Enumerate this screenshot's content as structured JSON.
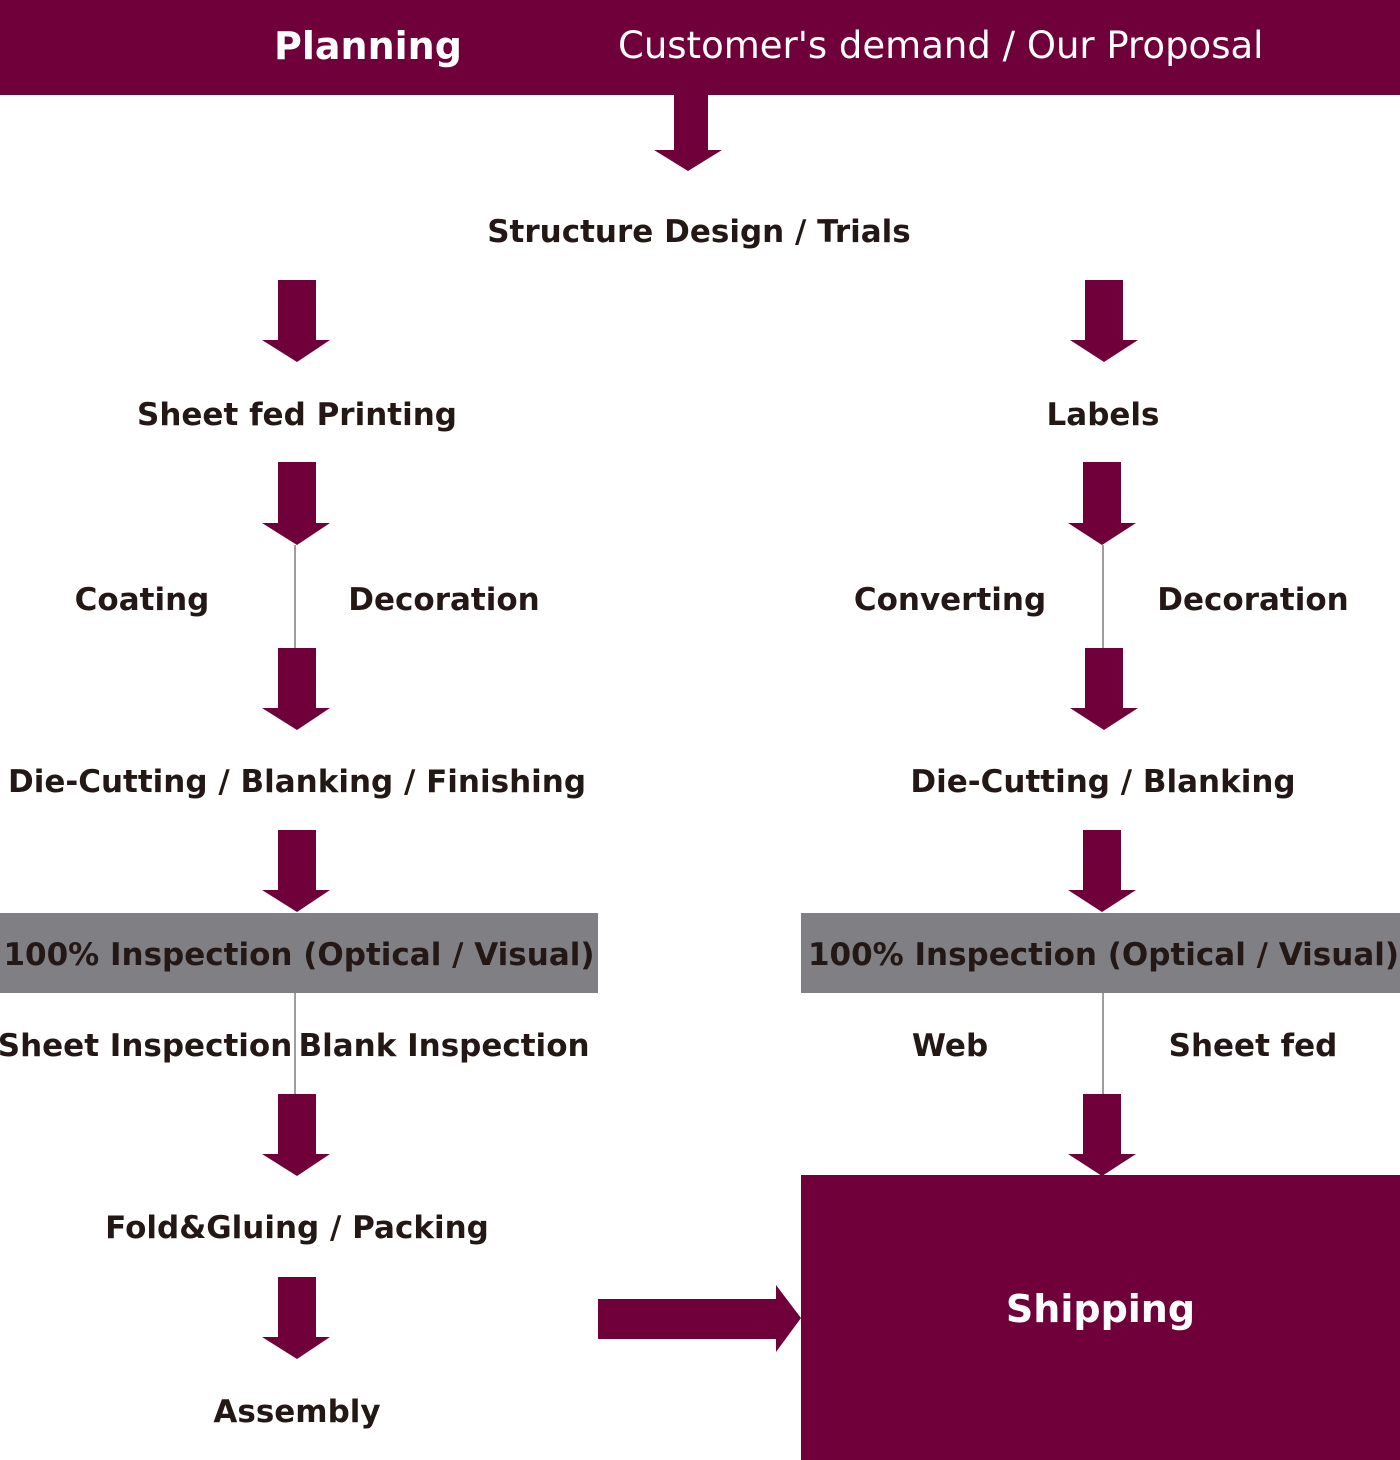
{
  "header": {
    "title": "Planning",
    "subtitle": "Customer's demand / Our Proposal"
  },
  "structure_design": "Structure Design / Trials",
  "left_branch": {
    "title": "Sheet fed Printing",
    "option_a": "Coating",
    "option_b": "Decoration",
    "die_cutting": "Die-Cutting / Blanking / Finishing",
    "inspection": "100% Inspection (Optical / Visual)",
    "inspection_a": "Sheet Inspection",
    "inspection_b": "Blank Inspection",
    "fold_gluing": "Fold&Gluing / Packing",
    "assembly": "Assembly"
  },
  "right_branch": {
    "title": "Labels",
    "option_a": "Converting",
    "option_b": "Decoration",
    "die_cutting": "Die-Cutting / Blanking",
    "inspection": "100% Inspection (Optical / Visual)",
    "inspection_a": "Web",
    "inspection_b": "Sheet fed"
  },
  "shipping": "Shipping",
  "colors": {
    "brand": "#70003a",
    "inspection_bg": "#807f83",
    "text": "#231815",
    "divider": "#9e9e9f"
  }
}
